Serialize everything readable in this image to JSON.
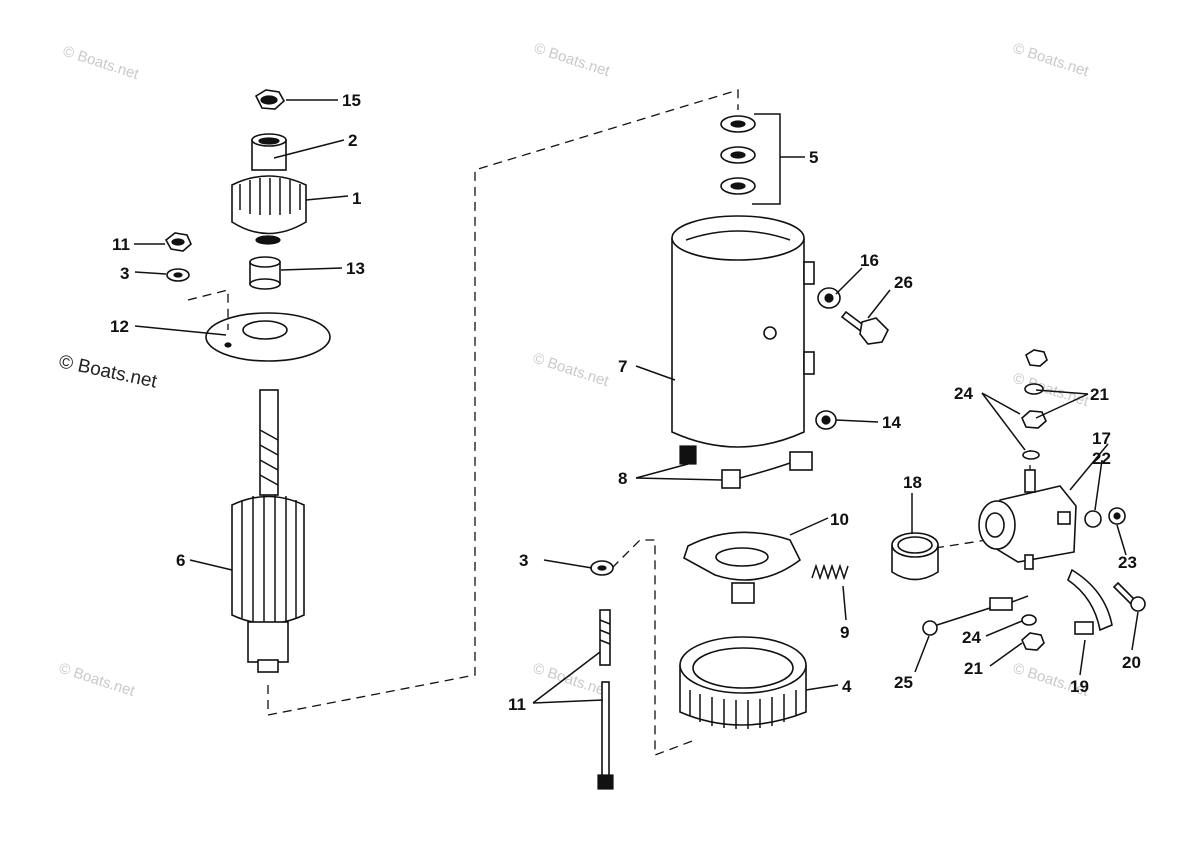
{
  "watermarks": {
    "faint": "© Boats.net",
    "dark": "© Boats.net"
  },
  "callouts": {
    "c15": "15",
    "c2": "2",
    "c1": "1",
    "c11a": "11",
    "c3a": "3",
    "c13": "13",
    "c12": "12",
    "c6": "6",
    "c5": "5",
    "c16": "16",
    "c26": "26",
    "c7": "7",
    "c14": "14",
    "c8": "8",
    "c21a": "21",
    "c24a": "24",
    "c17": "17",
    "c22": "22",
    "c18": "18",
    "c23": "23",
    "c10": "10",
    "c3b": "3",
    "c9": "9",
    "c24b": "24",
    "c21b": "21",
    "c25": "25",
    "c19": "19",
    "c20": "20",
    "c11b": "11",
    "c4": "4"
  }
}
